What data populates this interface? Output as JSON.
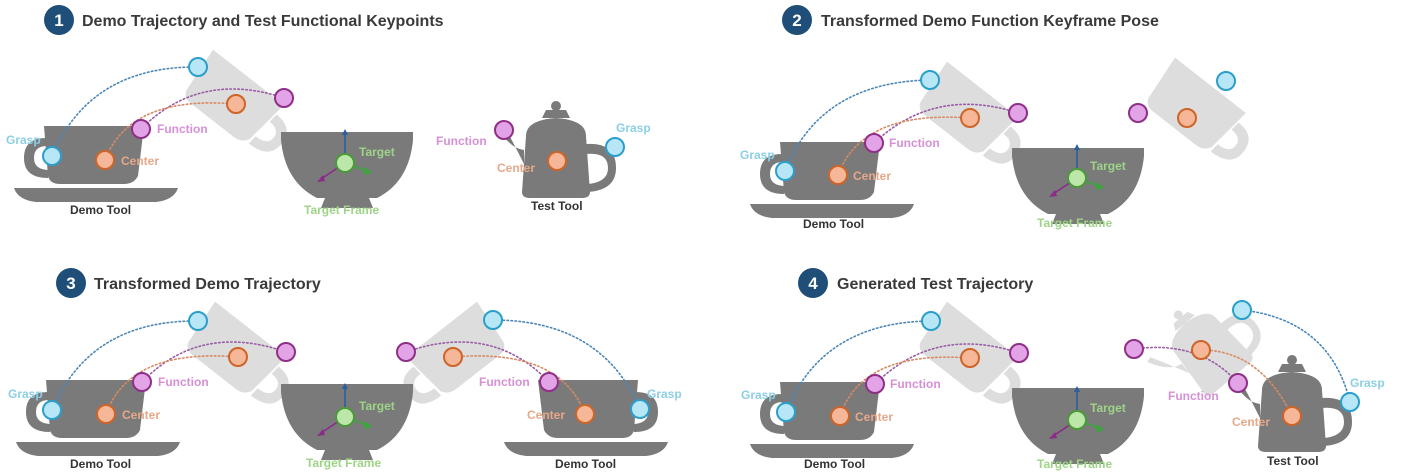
{
  "panels": [
    {
      "number": "1",
      "title": "Demo Trajectory and Test Functional Keypoints"
    },
    {
      "number": "2",
      "title": "Transformed Demo Function Keyframe Pose"
    },
    {
      "number": "3",
      "title": "Transformed Demo Trajectory"
    },
    {
      "number": "4",
      "title": "Generated Test Trajectory"
    }
  ],
  "labels": {
    "grasp": "Grasp",
    "function": "Function",
    "center": "Center",
    "target": "Target",
    "target_frame": "Target Frame",
    "demo_tool": "Demo Tool",
    "test_tool": "Test Tool"
  },
  "colors": {
    "badge": "#1f4e79",
    "grasp": "#8ccfe6",
    "function": "#d690d6",
    "center": "#e7a889",
    "target": "#9ed487",
    "object": "#7a7a7a"
  }
}
